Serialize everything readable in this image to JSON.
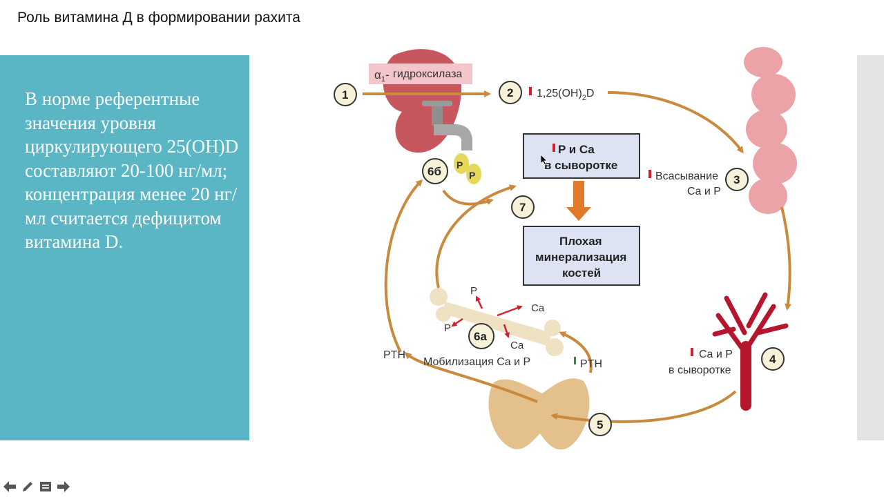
{
  "slide": {
    "title": "Роль витамина Д в формировании рахита",
    "body_text": "В норме референтные значения уровня циркулирующего 25(OH)D составляют 20-100 нг/мл; концентрация менее 20 нг/мл считается дефицитом витамина D."
  },
  "diagram": {
    "enzyme_label": "гидроксилаза",
    "step_1": "1",
    "step_2": "2",
    "step_2_label": "1,25(OH)",
    "step_2_sub": "2",
    "step_2_tail": "D",
    "step_3": "3",
    "absorption_line1": "Всасывание",
    "absorption_line2": "Ca и P",
    "step_4": "4",
    "serum4_line1": "Ca и P",
    "serum4_line2": "в сыворотке",
    "step_5": "5",
    "step_6a": "6a",
    "step_6b": "6б",
    "step_7": "7",
    "box_top_line1": "P и Ca",
    "box_top_line2": "в сыворотке",
    "box_bottom_line1": "Плохая",
    "box_bottom_line2": "минерализация",
    "box_bottom_line3": "костей",
    "pth_left": "PTH",
    "pth_right": "PTH",
    "mobilization": "Мобилизация Ca и P",
    "bone_p1": "P",
    "bone_p2": "P",
    "bone_ca1": "Ca",
    "bone_ca2": "Ca",
    "drop_p1": "P",
    "drop_p2": "P"
  },
  "colors": {
    "teal": "#5ab5c4",
    "arrow": "#c98a3e",
    "box_fill": "#dde3f3",
    "enzyme_bg": "#f4c6cb",
    "kidney": "#c8565e",
    "intestine": "#eba3a8",
    "vessel": "#b5162e",
    "red_marker": "#d21f2f",
    "green_marker": "#2a8a3a"
  },
  "toolbar": {
    "icons": [
      "arrow-left-icon",
      "pencil-icon",
      "notes-icon",
      "arrow-right-icon"
    ]
  }
}
